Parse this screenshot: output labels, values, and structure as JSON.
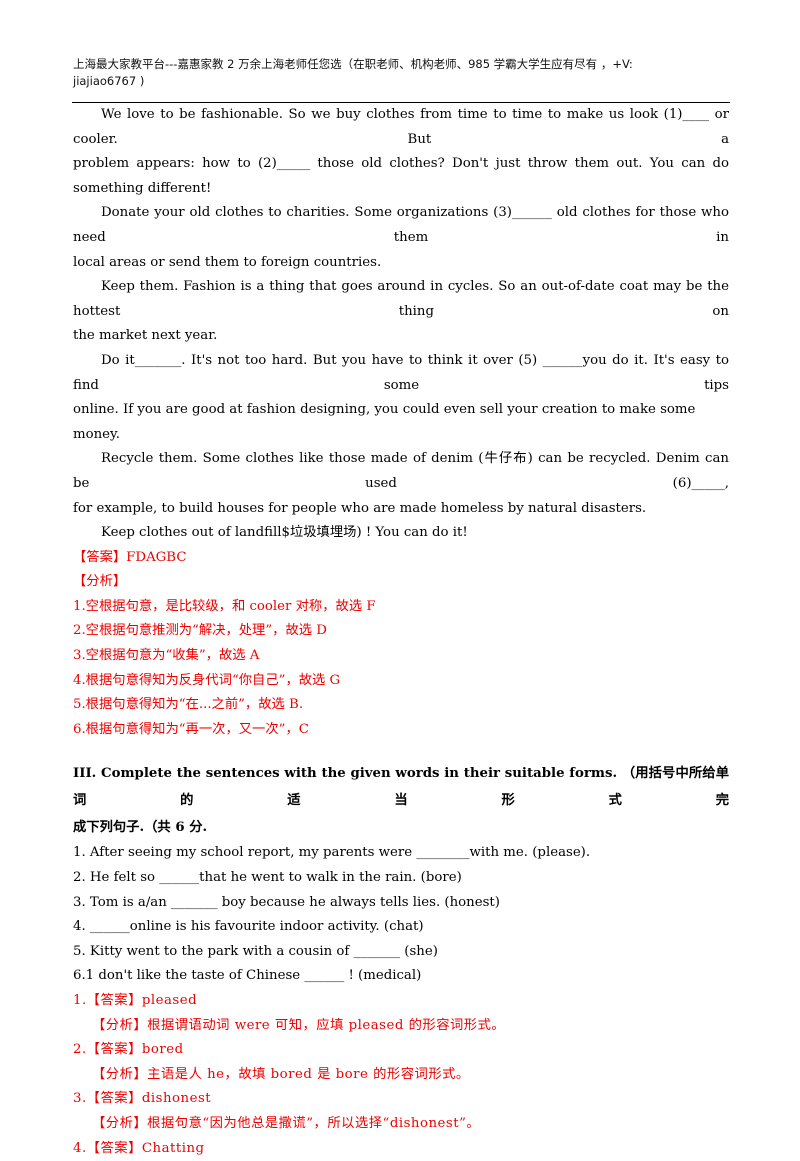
{
  "header": {
    "line1": "上海最大家教平台---嘉惠家教    2 万余上海老师任您选（在职老师、机构老师、985 学霸大学生应有尽有  ，+V:",
    "line2": "jiajiao6767 )"
  },
  "passage": {
    "p1a": "We love to be fashionable. So we buy clothes from time to time to make us look (1)____ or cooler. But a",
    "p1b": "problem appears: how to (2)_____ those old clothes? Don't just throw them out. You can do something different!",
    "p2a": "Donate your old clothes to charities. Some organizations (3)______    old clothes for those who need them in",
    "p2b": "local areas or send them to foreign countries.",
    "p3a": "Keep them. Fashion is a thing that goes around in cycles. So an out-of-date coat may be the hottest thing on",
    "p3b": "the market next year.",
    "p4a": "Do it_______. It's not too hard. But you have to think it over (5) ______you do it. It's easy to find some tips",
    "p4b": "online. If you are good at fashion designing, you could even sell your creation to make some money.",
    "p5a": "Recycle them. Some clothes like those made of denim (牛仔布) can be recycled. Denim can be used (6)_____,",
    "p5b": "for example, to build houses for people who are made homeless by natural disasters.",
    "p6": "Keep clothes out of landfill$垃圾填埋场) ! You can do it!"
  },
  "answer_block": {
    "answer": "【答案】FDAGBC",
    "analysis_label": "【分析】",
    "items": [
      "1.空根据句意，是比较级，和 cooler 对称，故选 F",
      "2.空根据句意推测为“解决，处理”，故选 D",
      "3.空根据句意为“收集”，故选 A",
      "4.根据句意得知为反身代词“你自己”，故选 G",
      "5.根据句意得知为“在...之前”，故选 B.",
      "6.根据句意得知为“再一次，又一次”，C"
    ]
  },
  "section3": {
    "title_line1": "III. Complete the sentences with the given words in their suitable forms.  （用括号中所给单词的适当形式完",
    "title_line2": "成下列句子.（共 6 分.",
    "questions": [
      "1. After seeing my school report, my parents were ________with me. (please).",
      "2. He felt so ______that he went to walk in the rain. (bore)",
      "3. Tom is a/an _______ boy because he always tells lies. (honest)",
      "4. ______online is his favourite indoor activity. (chat)",
      "5. Kitty went to the park with a cousin of _______ (she)",
      "6.1 don't like the taste of Chinese ______ ! (medical)"
    ],
    "solutions": [
      {
        "answer": "1.【答案】pleased",
        "analysis": "【分析】根据谓语动词 were 可知，应填 pleased 的形容词形式。"
      },
      {
        "answer": "2.【答案】bored",
        "analysis": "【分析】主语是人 he，故填 bored 是 bore 的形容词形式。"
      },
      {
        "answer": "3.【答案】dishonest",
        "analysis": "【分析】根据句意“因为他总是撒谎”，所以选择“dishonest”。"
      },
      {
        "answer": "4.【答案】Chatting"
      }
    ]
  }
}
